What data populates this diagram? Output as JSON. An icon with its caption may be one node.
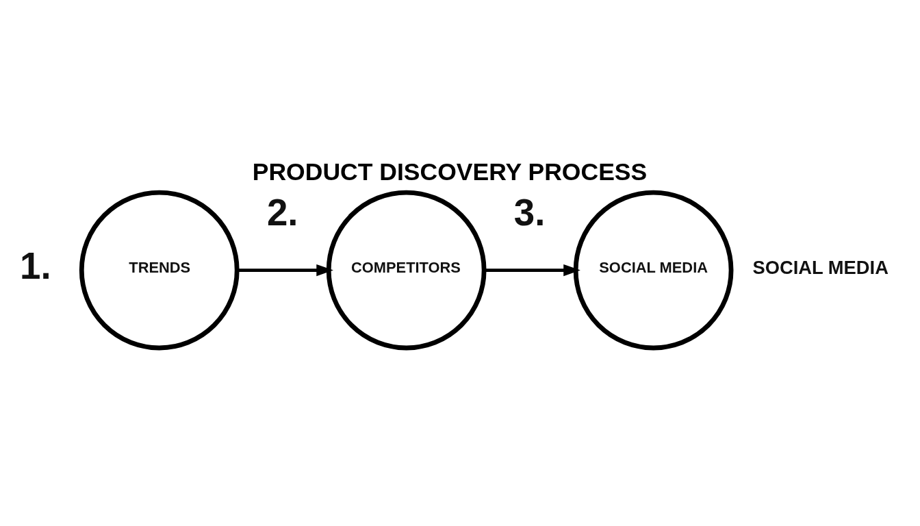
{
  "diagram": {
    "title": "PRODUCT DISCOVERY PROCESS",
    "nodes": [
      {
        "text": [
          "TRENDS"
        ],
        "beside": [
          "1."
        ]
      },
      {
        "text": [
          "COMPETITORS"
        ],
        "beside": [
          "2."
        ]
      },
      {
        "text": [
          "SOCIAL MEDIA"
        ],
        "beside": [
          "3.",
          "SOCIAL MEDIA"
        ]
      }
    ],
    "edges": [
      {
        "from": 0,
        "to": 1,
        "arrow": "to"
      },
      {
        "from": 1,
        "to": 2,
        "arrow": "to"
      }
    ]
  }
}
